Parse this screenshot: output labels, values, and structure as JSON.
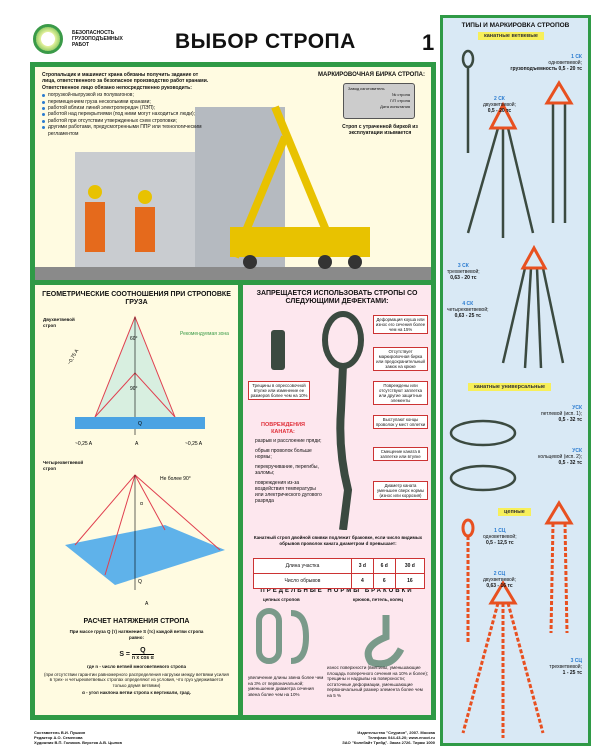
{
  "header": {
    "org": [
      "БЕЗОПАСНОСТЬ",
      "ГРУЗОПОДЪЕМНЫХ",
      "РАБОТ"
    ],
    "title": "ВЫБОР СТРОПА",
    "number": "1"
  },
  "intro": {
    "text": "Стропальщик и машинист крана обязаны получить задание от лица, ответственного за безопасное производство работ кранами. Ответственное лицо обязано непосредственно руководить:",
    "items": [
      "погрузкой-выгрузкой из полувагонов;",
      "перемещением груза несколькими кранами;",
      "работой вблизи линий электропередач (ЛЭП);",
      "работой над перекрытиями (под ними могут находиться люди);",
      "работой при отсутствии утвержденных схем строповки;",
      "другими работами, предусмотренными ППР или технологическим регламентом"
    ]
  },
  "tag": {
    "title": "МАРКИРОВОЧНАЯ БИРКА СТРОПА:",
    "fields": [
      "Завод изготовитель",
      "№ стропа",
      "Г/П стропа",
      "Дата испытания"
    ],
    "note": "Строп с утраченной биркой из эксплуатации изымается"
  },
  "geometry": {
    "title": "ГЕОМЕТРИЧЕСКИЕ СООТНОШЕНИЯ ПРИ СТРОПОВКЕ ГРУЗА",
    "two": "Двухветвевой строп",
    "zone": "Рекомендуемая зона",
    "a60": "60°",
    "a90": "90°",
    "len": "~0,75 A",
    "side": "~0,25 A",
    "A": "A",
    "Q": "Q",
    "four": "Четырехветвевой строп",
    "max": "Не более 90°",
    "alpha": "α"
  },
  "calc": {
    "title": "РАСЧЕТ НАТЯЖЕНИЯ СТРОПА",
    "intro": "При массе груза Q (т) натяжение S (тс) каждой ветви стропа равно:",
    "S": "S =",
    "num": "Q",
    "den": "n x cos α",
    "n": "где n - число ветвей многоветвевого стропа",
    "note": "(при отсутствии гарантии равномерного распределения нагрузки между ветвями усилия в трех- и четырехветвевых стропах определяют из условия, что груз удерживается только двумя ветвями)",
    "alpha": "α - угол наклона ветви стропа к вертикали, град."
  },
  "defects": {
    "title": "ЗАПРЕЩАЕТСЯ ИСПОЛЬЗОВАТЬ СТРОПЫ СО СЛЕДУЮЩИМИ ДЕФЕКТАМИ:",
    "sleeve": "Трещины в опрессовочной втулке или изменение ее размеров более чем на 10%",
    "callouts": [
      "Деформация коуша или износ его сечения более чем на 15%",
      "Отсутствует маркировочная бирка или предохранительный замок на крюке",
      "Повреждены или отсутствуют заплетка или другие защитные элементы",
      "Выступают концы проволок у мест оплетки",
      "Смещение каната в заплетке или втулке",
      "Диаметр каната уменьшен сверх нормы (износ или коррозия)"
    ],
    "rope_title": "ПОВРЕЖДЕНИЯ КАНАТА:",
    "rope": [
      "разрыв и расслоение пряди;",
      "обрыв проволок больше нормы;",
      "перекручивание, перегибы, заломы;",
      "повреждения из-за воздействия температуры или электрического дугового разряда"
    ],
    "double": "Канатный строп двойной свивки подлежит браковке, если число видимых обрывов проволок каната диаметром d превышает:",
    "table": {
      "rows": [
        [
          "Длина участка",
          "3 d",
          "6 d",
          "30 d"
        ],
        [
          "Число обрывов",
          "4",
          "6",
          "16"
        ]
      ]
    },
    "limits": "ПРЕДЕЛЬНЫЕ НОРМЫ БРАКОВКИ",
    "chain": "цепных стропов",
    "hooks": "крюков, петель, колец",
    "chain_items": [
      "увеличение длины звена более чем на 3% от первоначальной;",
      "уменьшение диаметра сечения звена более чем на 10%"
    ],
    "hook_items": [
      "износ поверхности (вмятины, уменьшающие площадь поперечного сечения на 10% и более);",
      "трещины и надрывы на поверхности;",
      "остаточные деформации, уменьшающие первоначальный размер элемента более чем на 5 %"
    ]
  },
  "types": {
    "title": "ТИПЫ И МАРКИРОВКА СТРОПОВ",
    "rope_branch": "канатные ветвевые",
    "rb": [
      {
        "code": "1 СК",
        "desc": "одноветвевой;",
        "cap": "грузоподъемность 0,5 - 20 тс"
      },
      {
        "code": "2 СК",
        "desc": "двухветвевой;",
        "cap": "0,5 - 20 тс"
      },
      {
        "code": "3 СК",
        "desc": "трехветвевой;",
        "cap": "0,63 - 20 тс"
      },
      {
        "code": "4 СК",
        "desc": "четырехветвевой;",
        "cap": "0,63 - 25 тс"
      }
    ],
    "rope_univ": "канатные универсальные",
    "ru": [
      {
        "code": "УСК",
        "desc": "петлевой (исп. 1);",
        "cap": "0,5 - 32 тс"
      },
      {
        "code": "УСК",
        "desc": "кольцевой (исп. 2);",
        "cap": "0,5 - 32 тс"
      }
    ],
    "chain": "цепные",
    "ch": [
      {
        "code": "1 СЦ",
        "desc": "одноветвевой;",
        "cap": "0,5 - 12,5 тс"
      },
      {
        "code": "2 СЦ",
        "desc": "двухветвевой;",
        "cap": "0,63 - 16 тс"
      },
      {
        "code": "3 СЦ",
        "desc": "трехветвевой;",
        "cap": "1 - 25 тс"
      }
    ]
  },
  "footer": {
    "left": [
      "Составитель В.И. Пушкин",
      "Редактор А.О. Семенова",
      "Художник В.П. Голиков. Верстка А.В. Цыпов"
    ],
    "right": [
      "Издательство \"Сеурион\", 2007. Москва",
      "Телефакс 044-43-20; www.enoot.ru",
      "ЗАО \"Колебайт Трейд\". Заказ 2726. Тираж 1000"
    ]
  },
  "colors": {
    "green": "#2f9a46",
    "accent_blue": "#2a7bd0",
    "red": "#e0303a"
  }
}
